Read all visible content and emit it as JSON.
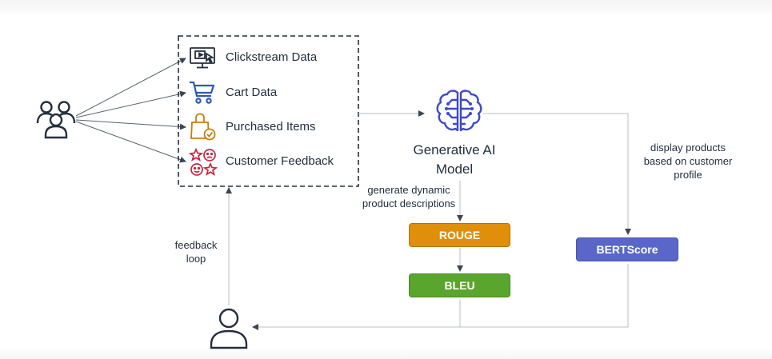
{
  "sources": {
    "items": [
      {
        "label": "Clickstream Data",
        "icon": "monitor-cursor-icon"
      },
      {
        "label": "Cart Data",
        "icon": "shopping-cart-icon"
      },
      {
        "label": "Purchased Items",
        "icon": "shopping-bag-check-icon"
      },
      {
        "label": "Customer Feedback",
        "icon": "feedback-faces-stars-icon"
      }
    ]
  },
  "model": {
    "title_line1": "Generative AI",
    "title_line2": "Model",
    "icon": "brain-circuit-icon"
  },
  "notes": {
    "generate_line1": "generate dynamic",
    "generate_line2": "product descriptions",
    "display_line1": "display products",
    "display_line2": "based on customer",
    "display_line3": "profile",
    "feedback_line1": "feedback",
    "feedback_line2": "loop"
  },
  "metrics": {
    "rouge": {
      "label": "ROUGE",
      "color": "#e08f0a"
    },
    "bleu": {
      "label": "BLEU",
      "color": "#5aa52d"
    },
    "bertscore": {
      "label": "BERTScore",
      "color": "#5a67c8"
    }
  },
  "colors": {
    "line": "#b9bfc6",
    "arrow": "#3b4450",
    "brain": "#3f48cc",
    "cart": "#2e59b3",
    "bag": "#c47f0f",
    "feedback": "#c1273f",
    "text": "#232f3e"
  }
}
